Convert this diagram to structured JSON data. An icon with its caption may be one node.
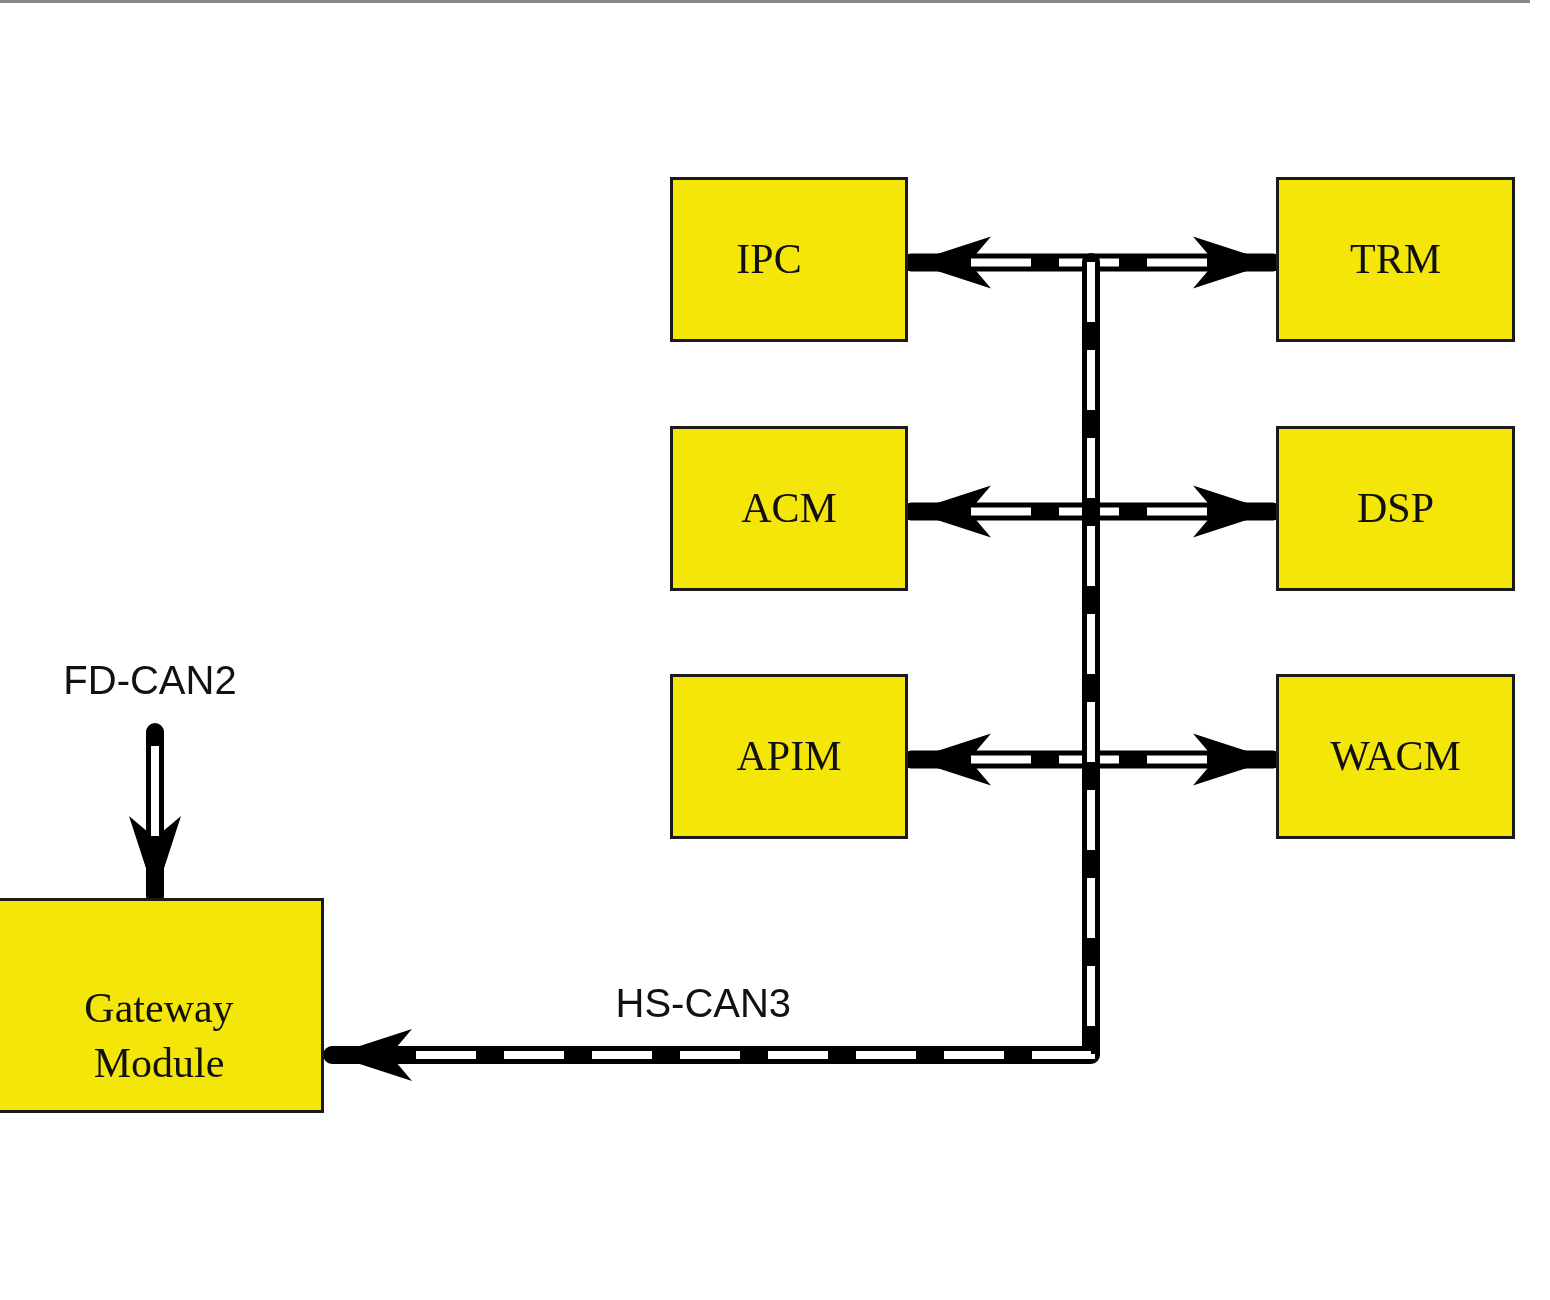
{
  "diagram": {
    "nodes": [
      {
        "text": [
          "IPC"
        ]
      },
      {
        "text": [
          "TRM"
        ]
      },
      {
        "text": [
          "ACM"
        ]
      },
      {
        "text": [
          "DSP"
        ]
      },
      {
        "text": [
          "APIM"
        ]
      },
      {
        "text": [
          "WACM"
        ]
      },
      {
        "text": [
          "FD-CAN2"
        ]
      },
      {
        "text": [
          "Gateway Module"
        ]
      }
    ],
    "edges": [
      {
        "from": 0,
        "to": 1,
        "arrow": "both"
      },
      {
        "from": 2,
        "to": 3,
        "arrow": "both"
      },
      {
        "from": 4,
        "to": 5,
        "arrow": "both"
      },
      {
        "from": null,
        "to": 7,
        "arrow": "to",
        "label": "HS-CAN3"
      },
      {
        "from": 6,
        "to": 7,
        "arrow": "to"
      }
    ]
  }
}
